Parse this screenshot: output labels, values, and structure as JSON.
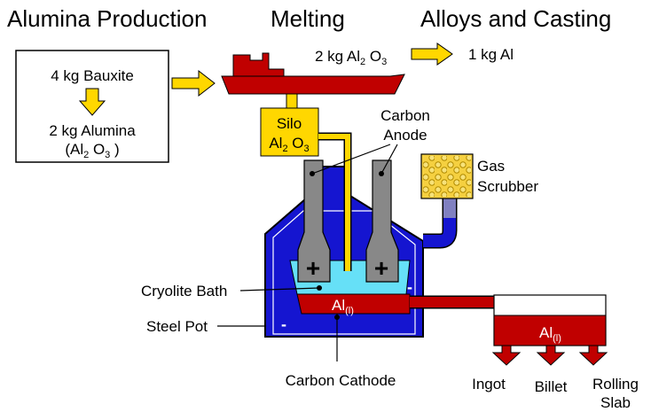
{
  "headings": {
    "alumina_production": "Alumina Production",
    "melting": "Melting",
    "alloys_casting": "Alloys and Casting"
  },
  "alumina_box": {
    "bauxite": "4 kg Bauxite",
    "alumina": "2 kg Alumina",
    "formula_open": "(Al",
    "formula_sub1": "2",
    "formula_mid": " O",
    "formula_sub2": "3",
    "formula_close": " )"
  },
  "ship": {
    "input_prefix": "2 kg Al",
    "input_sub1": "2",
    "input_mid": " O",
    "input_sub2": "3",
    "output": "1 kg Al"
  },
  "silo": {
    "line1": "Silo",
    "line2_prefix": "Al",
    "line2_sub1": "2",
    "line2_mid": " O",
    "line2_sub2": "3"
  },
  "labels": {
    "carbon_anode_1": "Carbon",
    "carbon_anode_2": "Anode",
    "gas_scrubber_1": "Gas",
    "gas_scrubber_2": "Scrubber",
    "cryolite_bath": "Cryolite Bath",
    "steel_pot": "Steel Pot",
    "carbon_cathode": "Carbon Cathode",
    "molten_al": "Al",
    "molten_al_sub": "(l)",
    "plus_sign": "+",
    "minus_sign": "-"
  },
  "outputs": {
    "ingot": "Ingot",
    "billet": "Billet",
    "rolling_1": "Rolling",
    "rolling_2": "Slab"
  },
  "colors": {
    "arrow_yellow": "#ffd700",
    "molten_red": "#c00000",
    "pot_blue": "#1515d0",
    "bath_cyan": "#66e0f7",
    "anode_gray": "#888888",
    "scrubber_yellow": "#f5d040"
  }
}
